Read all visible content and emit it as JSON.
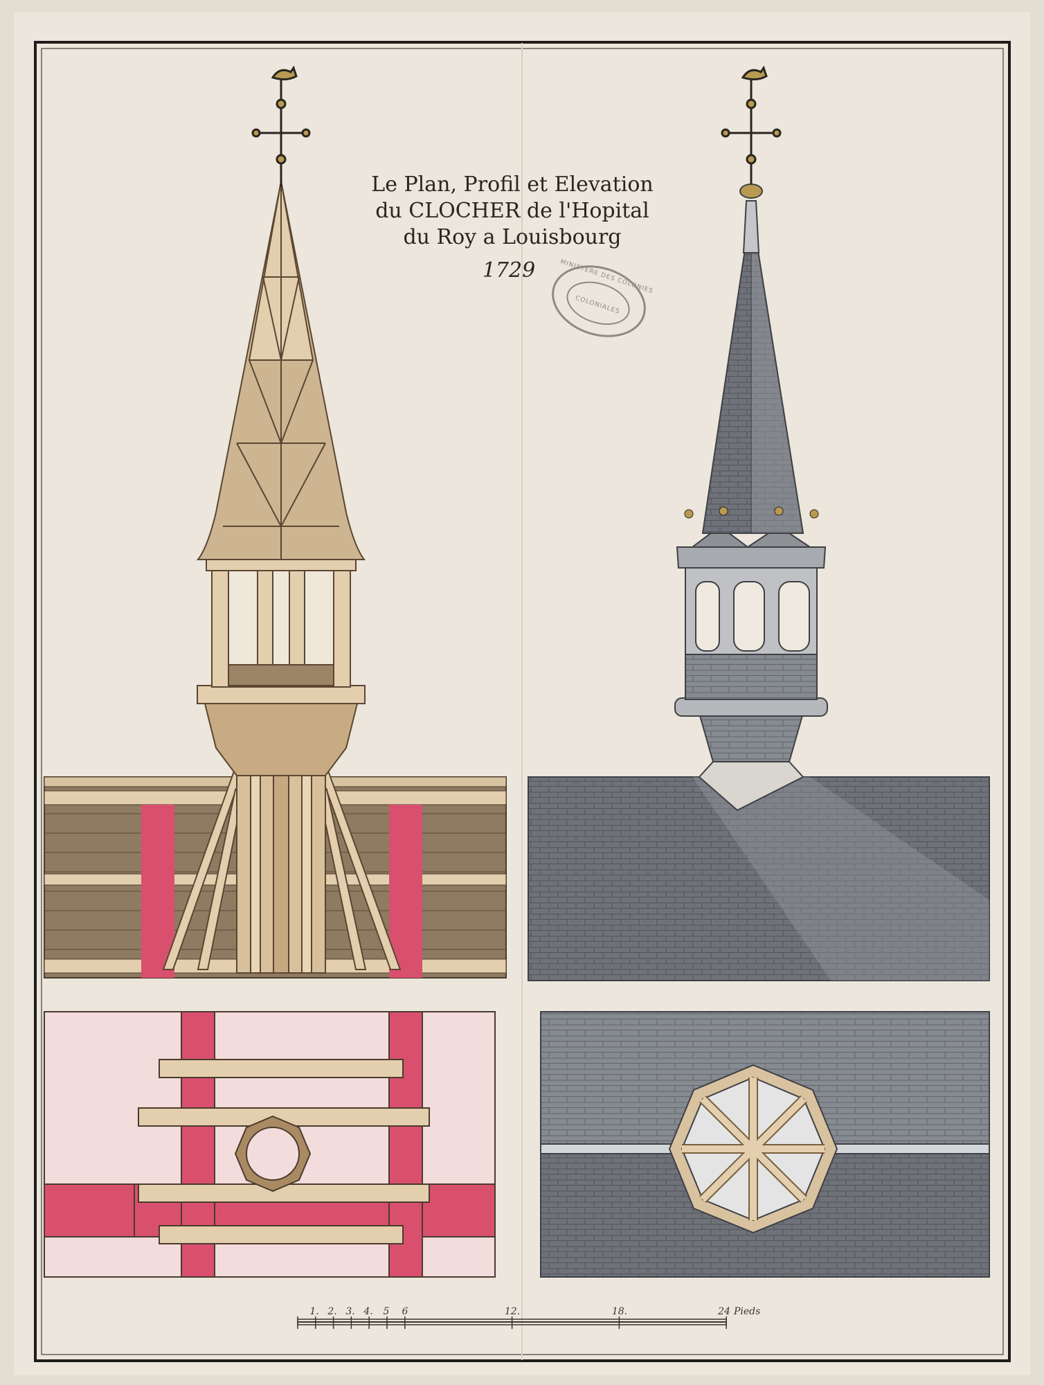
{
  "title": {
    "line1": "Le Plan, Profil et Elevation",
    "line2": "du CLOCHER de l'Hopital",
    "line3": "du Roy a Louisbourg",
    "year": "1729"
  },
  "stamp": {
    "outer": "MINISTÈRE DES COLONIES",
    "inner": "COLONIALES"
  },
  "scale_bar": {
    "ticks": [
      "1.",
      "2.",
      "3.",
      "4.",
      "5",
      "6",
      "12.",
      "18.",
      "24"
    ],
    "unit": "Pieds"
  },
  "colors": {
    "paper": "#ece6dc",
    "timber": "#e3cfae",
    "timber_dark": "#a98a63",
    "masonry_red": "#d9506e",
    "slate": "#6e7178",
    "slate_light": "#9ea2a8"
  }
}
